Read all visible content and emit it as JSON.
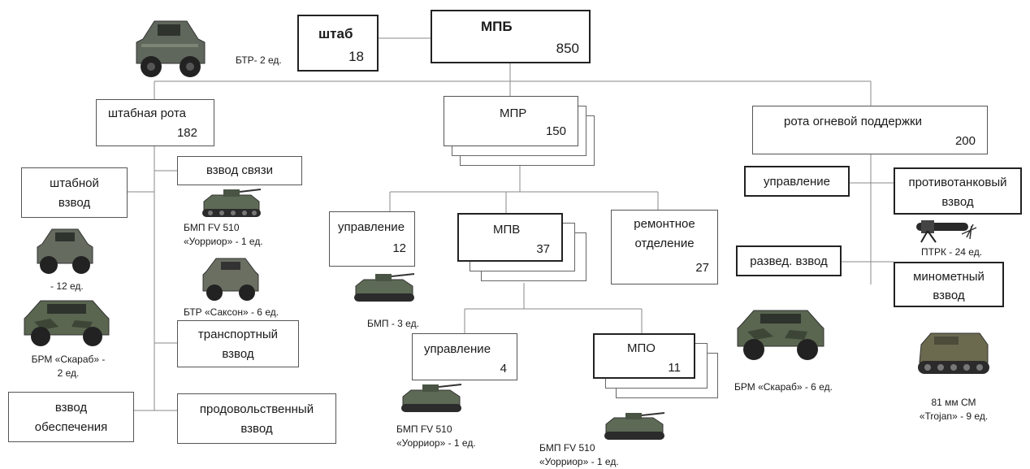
{
  "nodes": {
    "mpb": {
      "title": "МПБ",
      "count": "850"
    },
    "shtab": {
      "title": "штаб",
      "count": "18"
    },
    "shtab_rota": {
      "title": "штабная рота",
      "count": "182"
    },
    "mpr": {
      "title": "МПР",
      "count": "150"
    },
    "rota_ogn": {
      "title": "рота огневой поддержки",
      "count": "200"
    },
    "shtab_vzvod": {
      "line1": "штабной",
      "line2": "взвод"
    },
    "vzvod_svyazi": {
      "title": "взвод связи"
    },
    "transp_vzvod": {
      "line1": "транспортный",
      "line2": "взвод"
    },
    "vzvod_obesp": {
      "line1": "взвод",
      "line2": "обеспечения"
    },
    "prod_vzvod": {
      "line1": "продовольственный",
      "line2": "взвод"
    },
    "upr_mpr": {
      "title": "управление",
      "count": "12"
    },
    "mpv": {
      "title": "МПВ",
      "count": "37"
    },
    "remont": {
      "line1": "ремонтное",
      "line2": "отделение",
      "count": "27"
    },
    "upr_mpv": {
      "title": "управление",
      "count": "4"
    },
    "mpo": {
      "title": "МПО",
      "count": "11"
    },
    "upr_rop": {
      "title": "управление"
    },
    "protivotank": {
      "line1": "противотанковый",
      "line2": "взвод"
    },
    "razved": {
      "title": "развед. взвод"
    },
    "minomet": {
      "line1": "минометный",
      "line2": "взвод"
    }
  },
  "captions": {
    "btr_shtab": "БТР- 2 ед.",
    "sv_bmp_1": "БМП FV 510",
    "sv_bmp_2": "«Уорриор» - 1 ед.",
    "sv_btr": "БТР «Саксон» - 6 ед.",
    "shv_12": "- 12 ед.",
    "brm1_1": "БРМ «Скараб» -",
    "brm1_2": "2 ед.",
    "upr_bmp": "БМП - 3 ед.",
    "uv_bmp_1": "БМП FV 510",
    "uv_bmp_2": "«Уорриор» - 1 ед.",
    "mpo_bmp_1": "БМП FV 510",
    "mpo_bmp_2": "«Уорриор» - 1 ед.",
    "brm2": "БРМ «Скараб» - 6 ед.",
    "ptrk": "ПТРК - 24 ед.",
    "sm_1": "81 мм СМ",
    "sm_2": "«Trojan» - 9 ед."
  },
  "icons": [
    "armored-car-icon",
    "ifv-icon",
    "apc-icon",
    "atgm-icon",
    "tracked-mortar-icon"
  ]
}
